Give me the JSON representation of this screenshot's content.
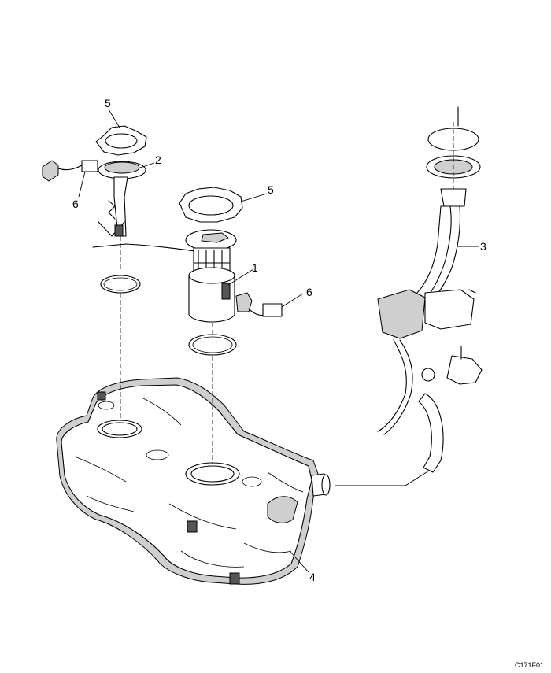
{
  "callouts": {
    "c1": "1",
    "c2": "2",
    "c3": "3",
    "c4": "4",
    "c5a": "5",
    "c5b": "5",
    "c6a": "6",
    "c6b": "6"
  },
  "figure_code": "C171F01"
}
